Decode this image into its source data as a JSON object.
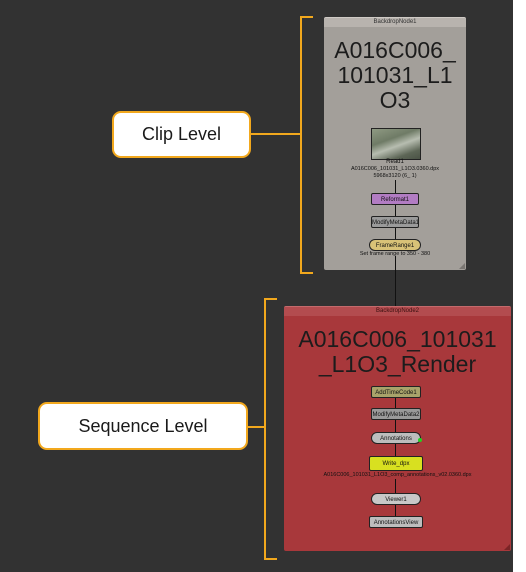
{
  "callouts": {
    "clip_level": "Clip Level",
    "sequence_level": "Sequence Level"
  },
  "clip_backdrop": {
    "title": "BackdropNode1",
    "label": "A016C006_\n101031_L1\nO3"
  },
  "clip_nodes": {
    "read_name": "Read1",
    "read_file": "A016C006_101031_L1O3.0360.dpx",
    "read_info": "5968x3120 (6_ 1)",
    "reformat": "Reformat1",
    "modify_metadata": "ModifyMetaData1",
    "framerange": "FrameRange1",
    "framerange_info": "Set frame range to 350 - 380"
  },
  "seq_backdrop": {
    "title": "BackdropNode2",
    "label": "A016C006_101031\n_L1O3_Render"
  },
  "seq_nodes": {
    "addtimecode": "AddTimeCode1",
    "modify_metadata": "ModifyMetaData2",
    "annotations": "Annotations",
    "write": "Write_dpx",
    "write_path": "A016C006_101031_L1O3_comp_annotations_v02.0360.dpx",
    "viewer": "Viewer1",
    "annotations_view": "AnnotationsView"
  },
  "colors": {
    "canvas": "#323232",
    "clip_backdrop": "#a39f9a",
    "seq_backdrop": "#a8383b",
    "callout_border": "#f2a81d",
    "reformat_node": "#b27cc3",
    "modify_node": "#9a9a9a",
    "framerange_node": "#d9c277",
    "addtimecode_node": "#a8a36a",
    "annotations_node": "#bdbdbd",
    "write_node": "#d8e020",
    "viewer_node": "#c8c8c8"
  }
}
